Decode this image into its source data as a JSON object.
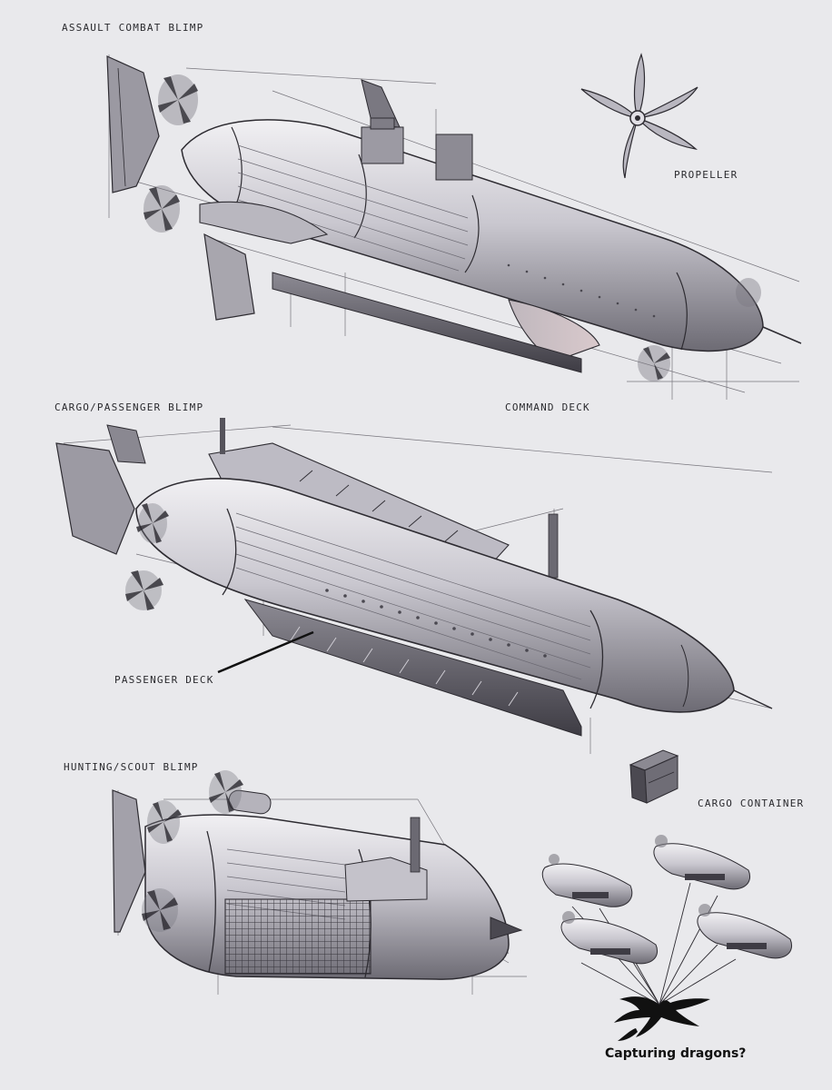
{
  "labels": {
    "assault": "ASSAULT COMBAT BLIMP",
    "propeller": "PROPELLER",
    "cargo_passenger": "CARGO/PASSENGER BLIMP",
    "command_deck": "COMMAND DECK",
    "passenger_deck": "PASSENGER DECK",
    "hunting_scout": "HUNTING/SCOUT BLIMP",
    "cargo_container": "CARGO CONTAINER",
    "capturing_dragons": "Capturing dragons?"
  },
  "colors": {
    "background": "#e9e9ec",
    "ink": "#2a2a2e",
    "hull_light": "#d8d6dc",
    "hull_mid": "#a9a7b0",
    "hull_dark": "#5c5a63",
    "accent_blush": "#c9b8bc"
  },
  "icons": [
    "propeller-icon",
    "cargo-container-icon",
    "dragon-silhouette-icon"
  ]
}
